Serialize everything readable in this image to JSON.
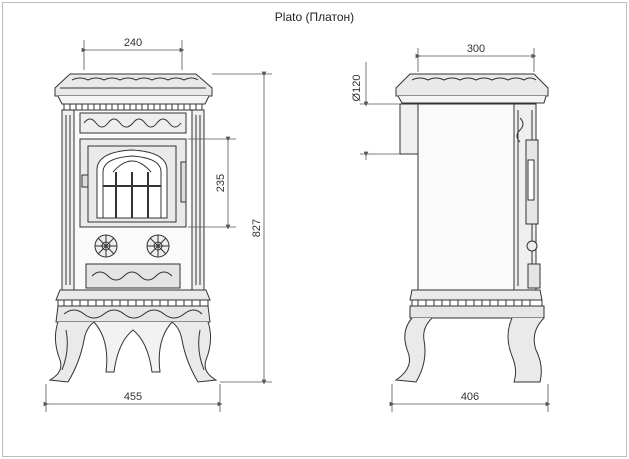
{
  "title": "Plato (Платон)",
  "dimensions": {
    "front_top_width": "240",
    "front_door_height": "235",
    "total_height": "827",
    "front_base_width": "455",
    "side_top_width": "300",
    "flue_diameter": "Ø120",
    "side_depth": "406"
  },
  "colors": {
    "line": "#333333",
    "dim_line": "#555555",
    "fill": "#f4f4f4"
  }
}
